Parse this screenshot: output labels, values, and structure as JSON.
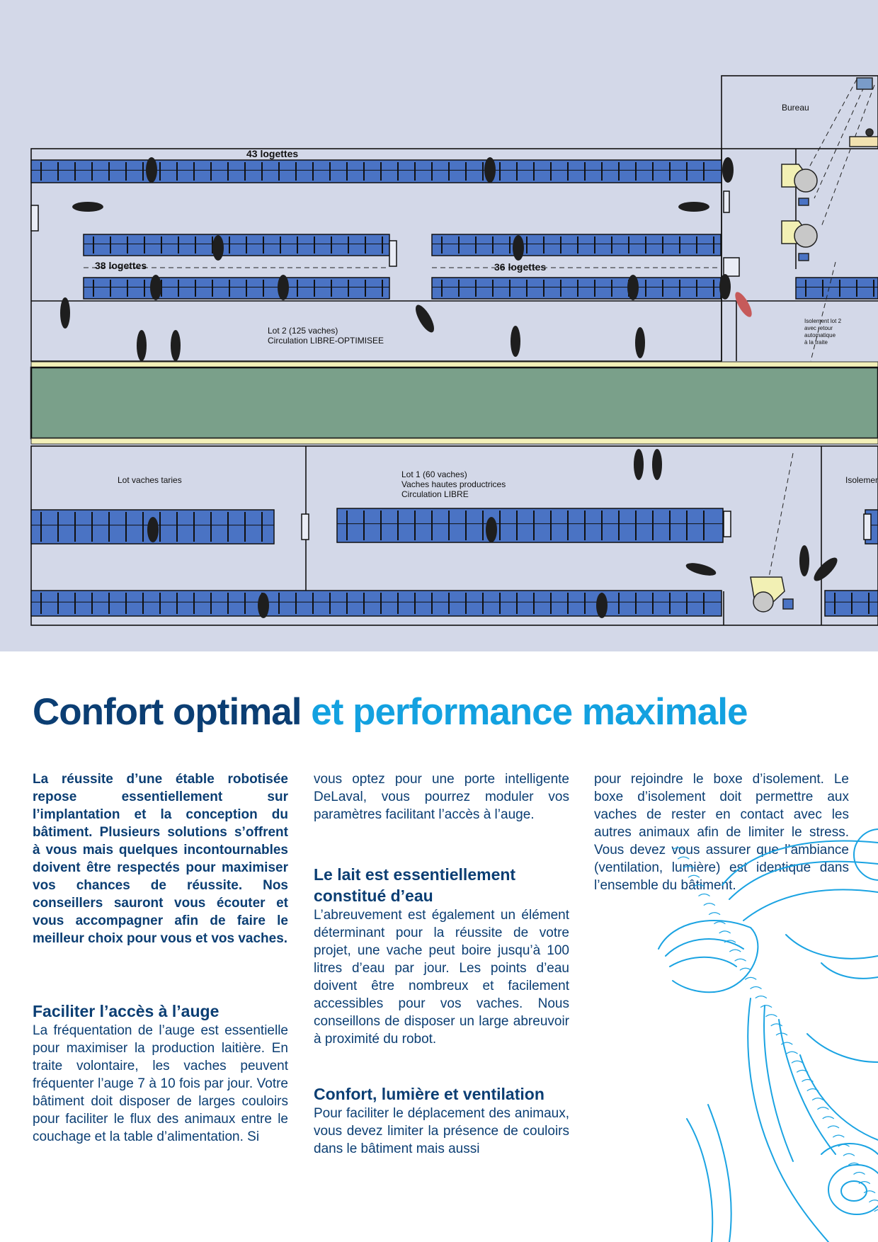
{
  "plan": {
    "labels": {
      "cubicles_43": "43 logettes",
      "cubicles_38": "38 logettes",
      "cubicles_36": "36 logettes",
      "office": "Bureau",
      "lot2": "Lot 2 (125 vaches)\nCirculation LIBRE-OPTIMISEE",
      "isolation_lot2": "Isolement lot 2\navec retour\nautomatique\nà la traite",
      "dry_cows": "Lot vaches taries",
      "lot1": "Lot 1 (60 vaches)\nVaches hautes productrices\nCirculation LIBRE",
      "isolation_cut": "Isolemen"
    },
    "colors": {
      "background": "#d3d8e8",
      "cubicle_fill": "#4a73c4",
      "feed_alley": "#7aa08a",
      "feed_edge": "#f3f0b8"
    }
  },
  "headline": {
    "part1": "Confort optimal",
    "part2": "et performance maximale",
    "color_dark": "#0b3e73",
    "color_light": "#13a1e0"
  },
  "col1": {
    "lead": "La réussite d’une étable robotisée repose essentiellement sur l’implantation et la conception du bâtiment. Plusieurs solutions s’offrent à vous mais quelques incontournables doivent être respectés pour maximiser vos chances de réussite. Nos conseillers sauront vous écouter et vous accompagner afin de faire le meilleur choix pour vous et vos vaches.",
    "h_feed": "Faciliter l’accès à l’auge",
    "p_feed": "La fréquentation de l’auge est essentielle pour maximiser la production laitière. En traite volontaire, les vaches peuvent fréquenter l’auge 7 à 10 fois par jour. Votre bâtiment doit disposer de larges couloirs pour faciliter le flux des animaux entre le couchage et la table d’alimentation. Si"
  },
  "col2": {
    "p_cont": "vous optez pour une porte intelligente DeLaval, vous pourrez moduler vos paramètres facilitant l’accès à l’auge.",
    "h_water": "Le lait est essentiellement constitué d’eau",
    "p_water": "L’abreuvement est également un élément déterminant pour la réussite de votre projet, une vache peut boire jusqu’à 100 litres d’eau par jour. Les points d’eau doivent être nombreux et facilement accessibles pour vos vaches. Nous conseillons de disposer un large abreuvoir à proximité du robot.",
    "h_comfort": "Confort, lumière et ventilation",
    "p_comfort": "Pour faciliter le déplacement des animaux, vous devez limiter la présence de couloirs dans le bâtiment mais aussi"
  },
  "col3": {
    "p_cont": "pour rejoindre le boxe d’isolement. Le boxe d’isolement doit permettre aux vaches de rester en contact avec les autres animaux afin de limiter le stress. Vous devez vous assurer que l’ambiance (ventilation, lumière) est identique dans l’ensemble du bâtiment."
  },
  "decoration": {
    "illustration": "cow-head-sketch",
    "illustration_color": "#1aa3e2"
  }
}
